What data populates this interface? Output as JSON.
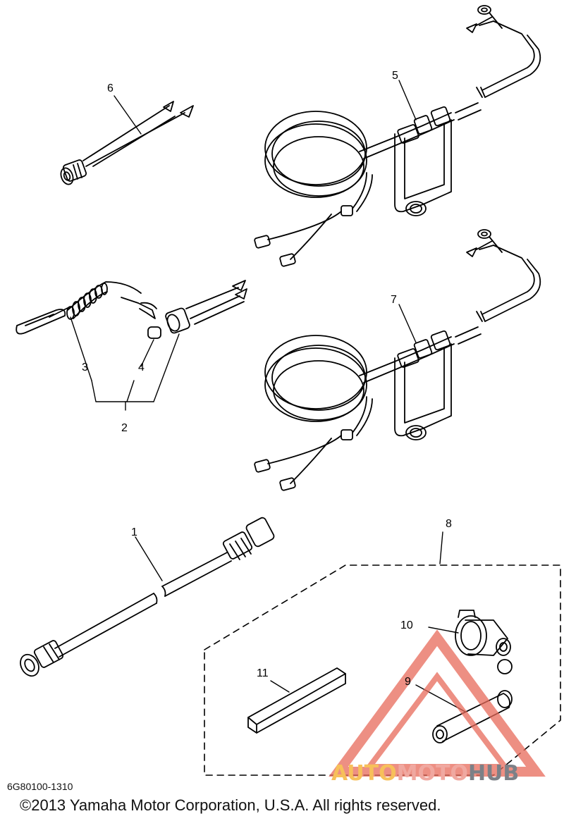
{
  "diagram": {
    "callouts": [
      "1",
      "2",
      "3",
      "4",
      "5",
      "6",
      "7",
      "8",
      "9",
      "10",
      "11"
    ],
    "part_code": "6G80100-1310",
    "copyright": "©2013 Yamaha Motor Corporation, U.S.A. All rights reserved."
  },
  "watermark": {
    "part1": "AUTO",
    "part2": "MOTO",
    "part3": "HUB",
    "colors": {
      "auto": "#f7c05a",
      "moto": "#f0a8a0",
      "hub": "#7c8087",
      "triangle": "#e86a5a"
    }
  },
  "colors": {
    "line": "#000000",
    "background": "#ffffff"
  }
}
